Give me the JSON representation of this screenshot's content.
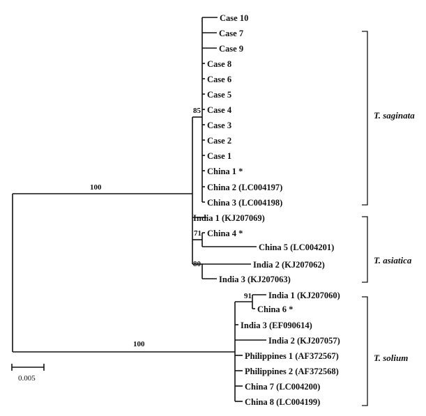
{
  "tree": {
    "root_bootstrap": "100",
    "solium_bootstrap": "100",
    "saginata_bootstrap": "85",
    "china4_bootstrap": "71",
    "india2_3_bootstrap": "80",
    "solium_inner_bootstrap": "91",
    "scale_label": "0.005"
  },
  "taxa": {
    "case10": "Case 10",
    "case7": "Case 7",
    "case9": "Case 9",
    "case8": "Case 8",
    "case6": "Case 6",
    "case5": "Case 5",
    "case4": "Case 4",
    "case3": "Case 3",
    "case2": "Case 2",
    "case1": "Case 1",
    "china1": "China 1 *",
    "china2": "China 2 (LC004197)",
    "china3": "China 3 (LC004198)",
    "india1_as": "India 1 (KJ207069)",
    "china4": "China 4 *",
    "china5": "China 5 (LC004201)",
    "india2_as": "India 2 (KJ207062)",
    "india3_as": "India 3 (KJ207063)",
    "india1_so": "India 1 (KJ207060)",
    "china6": "China 6 *",
    "india3_so": "India 3 (EF090614)",
    "india2_so": "India 2 (KJ207057)",
    "phil1": "Philippines 1 (AF372567)",
    "phil2": "Philippines 2 (AF372568)",
    "china7": "China 7 (LC004200)",
    "china8": "China 8 (LC004199)"
  },
  "clades": {
    "saginata": "T. saginata",
    "asiatica": "T. asiatica",
    "solium": "T. solium"
  }
}
